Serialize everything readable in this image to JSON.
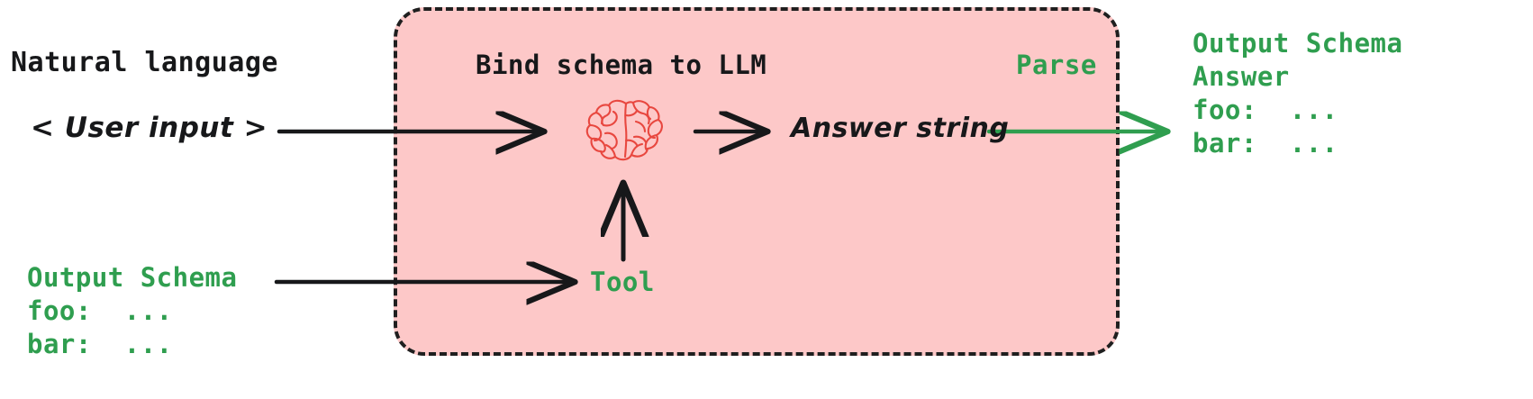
{
  "diagram": {
    "title": "Structured output with tool-calling LLM",
    "colors": {
      "panel_fill": "#fdc8c8",
      "panel_border": "#1f1f1f",
      "accent_green": "#2f9e4f",
      "brain_red": "#e8473f",
      "text_black": "#17181a",
      "background": "#ffffff"
    }
  },
  "input": {
    "heading": "Natural language",
    "user_input": "< User input >"
  },
  "schema_input": {
    "heading": "Output Schema",
    "line_foo": "foo:  ...",
    "line_bar": "bar:  ..."
  },
  "panel": {
    "bind_label": "Bind schema to LLM",
    "parse_label": "Parse",
    "tool_label": "Tool",
    "answer_label": "Answer string",
    "brain_icon": "brain-icon"
  },
  "schema_output": {
    "heading": "Output Schema",
    "line_answer": "Answer",
    "line_foo": "foo:  ...",
    "line_bar": "bar:  ..."
  },
  "arrows": [
    {
      "name": "arrow-user-input-to-llm",
      "color": "#17181a"
    },
    {
      "name": "arrow-llm-to-answer",
      "color": "#17181a"
    },
    {
      "name": "arrow-tool-to-llm",
      "color": "#17181a"
    },
    {
      "name": "arrow-schema-to-tool",
      "color": "#17181a"
    },
    {
      "name": "arrow-parse-to-output",
      "color": "#2f9e4f"
    }
  ]
}
